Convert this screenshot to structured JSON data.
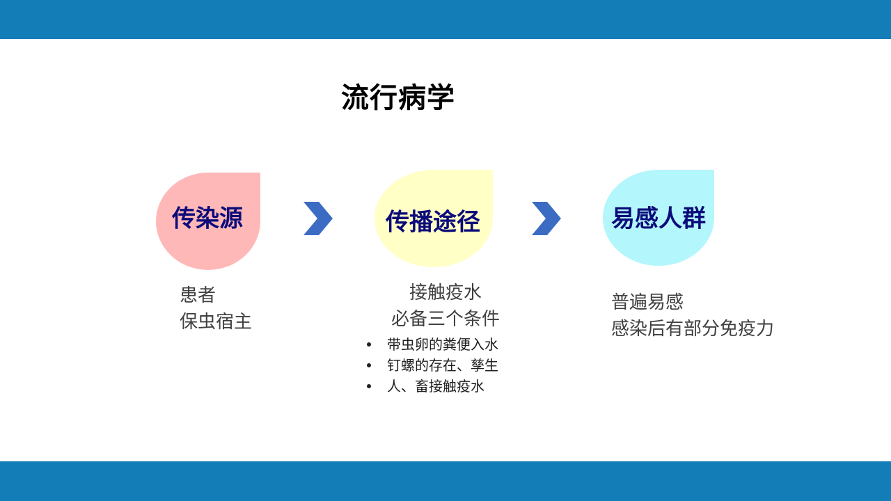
{
  "slide": {
    "title": "流行病学",
    "colors": {
      "band": "#137db7",
      "label_text": "#0b0b7a",
      "body_text": "#404040",
      "arrow": "#3c6bc4"
    }
  },
  "steps": [
    {
      "label": "传染源",
      "color": "#ffb8b8",
      "lines": [
        "患者",
        "保虫宿主"
      ]
    },
    {
      "label": "传播途径",
      "color": "#ffffc6",
      "lines": [
        "接触疫水",
        "必备三个条件"
      ],
      "bullets": [
        "带虫卵的粪便入水",
        "钉螺的存在、孳生",
        "人、畜接触疫水"
      ]
    },
    {
      "label": "易感人群",
      "color": "#b3f6fb",
      "lines": [
        "普遍易感",
        "感染后有部分免疫力"
      ]
    }
  ],
  "arrows": [
    {
      "icon": "chevron-right-icon"
    },
    {
      "icon": "chevron-right-icon"
    }
  ]
}
